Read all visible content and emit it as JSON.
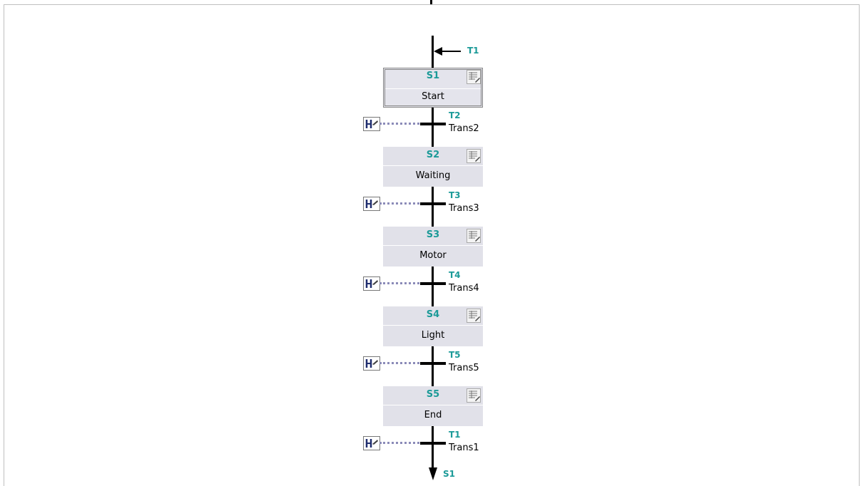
{
  "entry": {
    "label": "T1"
  },
  "steps": [
    {
      "num": "S1",
      "name": "Start",
      "initial": true
    },
    {
      "num": "S2",
      "name": "Waiting"
    },
    {
      "num": "S3",
      "name": "Motor"
    },
    {
      "num": "S4",
      "name": "Light"
    },
    {
      "num": "S5",
      "name": "End"
    }
  ],
  "transitions": [
    {
      "num": "T2",
      "name": "Trans2"
    },
    {
      "num": "T3",
      "name": "Trans3"
    },
    {
      "num": "T4",
      "name": "Trans4"
    },
    {
      "num": "T5",
      "name": "Trans5"
    },
    {
      "num": "T1",
      "name": "Trans1"
    }
  ],
  "exit": {
    "label": "S1"
  },
  "colors": {
    "accent": "#1b9a98",
    "step_fill": "#e1e1e9",
    "link_dots": "#8b8bb8"
  },
  "icons": {
    "step": "step-action-table-icon",
    "condition": "transition-condition-icon"
  }
}
